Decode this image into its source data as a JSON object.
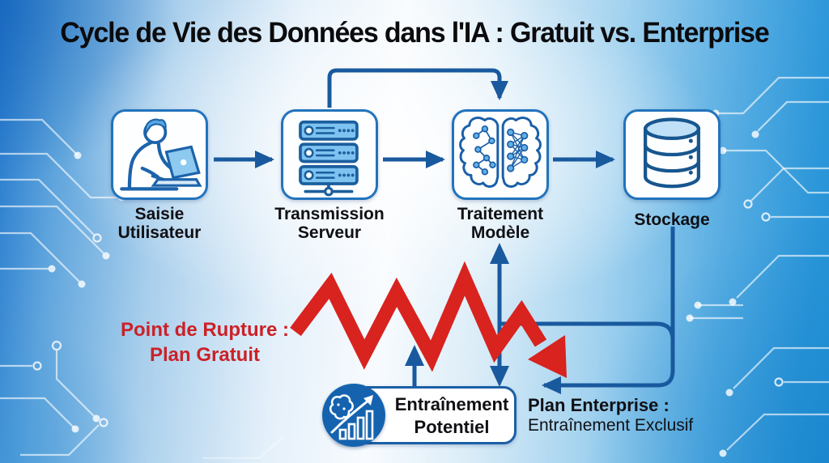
{
  "title": "Cycle de Vie des Données dans l'IA : Gratuit vs. Enterprise",
  "colors": {
    "accent_blue": "#19599e",
    "box_border_blue": "#2273bd",
    "alert_red": "#d8231f",
    "badge_circle_blue": "#1563af",
    "icon_light_blue": "#7ec3f0",
    "bg_blue_left": "#2e7fd0",
    "bg_blue_right": "#2492d6"
  },
  "flow_nodes": [
    {
      "icon": "user-laptop-icon",
      "label_line1": "Saisie",
      "label_line2": "Utilisateur"
    },
    {
      "icon": "server-rack-icon",
      "label_line1": "Transmission",
      "label_line2": "Serveur"
    },
    {
      "icon": "brain-network-icon",
      "label_line1": "Traitement",
      "label_line2": "Modèle"
    },
    {
      "icon": "database-icon",
      "label_line1": "Stockage",
      "label_line2": ""
    }
  ],
  "rupture": {
    "line1": "Point de Rupture :",
    "line2": "Plan Gratuit",
    "icon": "red-zigzag-decline-arrow"
  },
  "training": {
    "line1": "Entraînement",
    "line2": "Potentiel",
    "icon": "brain-growth-icon"
  },
  "enterprise": {
    "line1": "Plan Enterprise :",
    "line2": "Entraînement Exclusif"
  }
}
